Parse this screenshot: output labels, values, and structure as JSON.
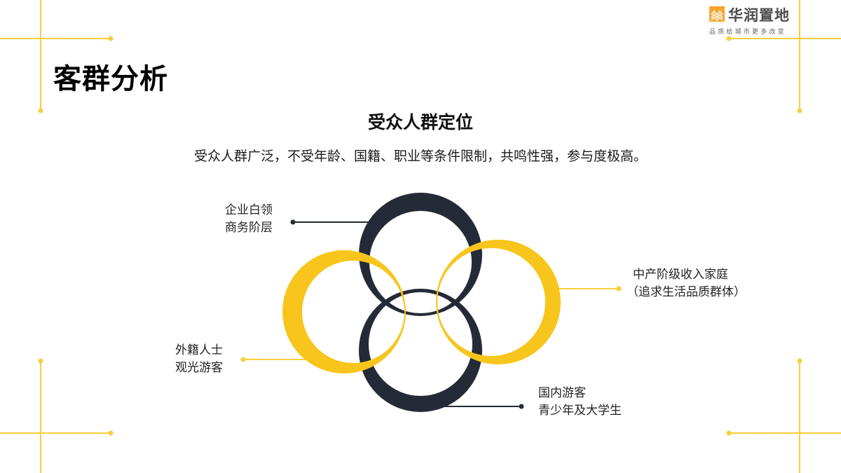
{
  "page": {
    "title": "客群分析"
  },
  "logo": {
    "icon": "mountain-wave-logo-icon",
    "name": "华润置地",
    "slogan": "品质给城市更多改变",
    "color": "#F7A531"
  },
  "section": {
    "title": "受众人群定位",
    "description": "受众人群广泛，不受年龄、国籍、职业等条件限制，共鸣性强，参与度极高。"
  },
  "diagram": {
    "colors": {
      "dark": "#252B36",
      "yellow": "#F8C51C",
      "accent_line": "#F9CE3C"
    },
    "rings": [
      {
        "id": "top",
        "color": "dark"
      },
      {
        "id": "bottom",
        "color": "dark"
      },
      {
        "id": "left",
        "color": "yellow"
      },
      {
        "id": "right",
        "color": "yellow"
      }
    ],
    "labels": [
      {
        "id": "top",
        "line1": "企业白领",
        "line2": "商务阶层"
      },
      {
        "id": "right",
        "line1": "中产阶级收入家庭",
        "line2": "（追求生活品质群体）"
      },
      {
        "id": "left",
        "line1": "外籍人士",
        "line2": "观光游客"
      },
      {
        "id": "bottom",
        "line1": "国内游客",
        "line2": "青少年及大学生"
      }
    ]
  }
}
